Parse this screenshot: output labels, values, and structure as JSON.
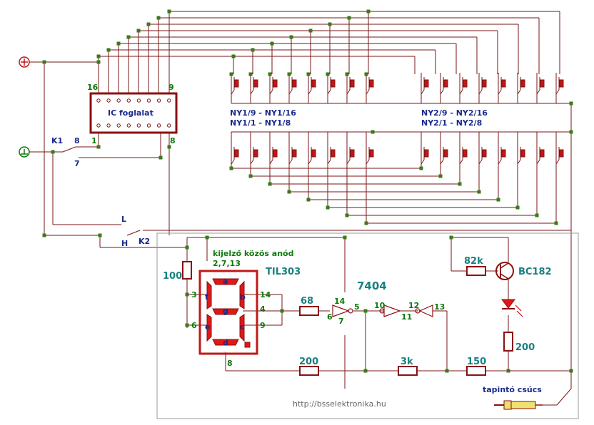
{
  "labels": {
    "ic_socket": "IC foglalat",
    "pin16": "16",
    "pin9": "9",
    "pin1": "1",
    "pin8": "8",
    "k1": "K1",
    "k1_8": "8",
    "k1_7": "7",
    "k2": "K2",
    "k2_L": "L",
    "k2_H": "H",
    "ny1_top": "NY1/9 - NY1/16",
    "ny1_bot": "NY1/1 - NY1/8",
    "ny2_top": "NY2/9 - NY2/16",
    "ny2_bot": "NY2/1 - NY2/8",
    "common_anode": "kijelző közös anód",
    "anode_pins": "2,7,13",
    "til": "TIL303",
    "ic7404": "7404",
    "r100": "100",
    "r68": "68",
    "r200a": "200",
    "r3k": "3k",
    "r150": "150",
    "r82k": "82k",
    "r200b": "200",
    "transistor": "BC182",
    "probe": "tapintó csúcs",
    "url": "http://bsselektronika.hu",
    "plus": "+",
    "minus": "⊥",
    "p3": "3",
    "p6": "6",
    "p14": "14",
    "p4": "4",
    "p9": "9",
    "p8": "8",
    "g14": "14",
    "g6": "6",
    "g5": "5",
    "g7": "7",
    "g10": "10",
    "g11": "11",
    "g12": "12",
    "g13": "13"
  },
  "segments": {
    "a": "a",
    "b": "b",
    "c": "c",
    "d": "d",
    "e": "e",
    "f": "f",
    "g": "g"
  },
  "colors": {
    "wire": "#7a1515",
    "component": "#c01818",
    "node": "#3a7a1a",
    "blue": "#1a2a8c",
    "green": "#0e7a0e",
    "teal": "#1a8080"
  }
}
